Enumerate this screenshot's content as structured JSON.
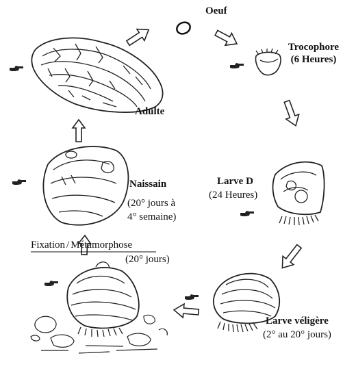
{
  "stages": {
    "oeuf": "Oeuf",
    "trocophore": "Trocophore",
    "trocophore_time": "(6 Heures)",
    "larve_d": "Larve D",
    "larve_d_time": "(24 Heures)",
    "veligere": "Larve véligère",
    "veligere_time": "(2° au 20° jours)",
    "naissain": "Naissain",
    "naissain_time_1": "(20° jours à",
    "naissain_time_2": "4° semaine)",
    "adulte": "Adulte"
  },
  "transition": {
    "fixation": "Fixation",
    "separator": "/",
    "metamorphose": "Métamorphose",
    "time": "(20° jours)"
  },
  "icons": {
    "arrow": "outline-arrow-icon",
    "pointer": "pointing-hand-icon"
  },
  "colors": {
    "ink": "#111111",
    "background": "#ffffff"
  }
}
